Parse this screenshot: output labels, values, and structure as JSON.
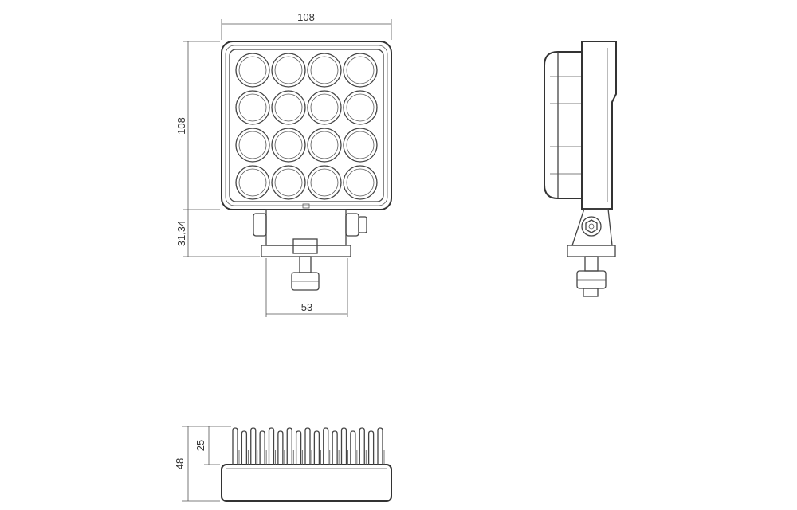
{
  "dimensions": {
    "front_width": "108",
    "front_height": "108",
    "bracket_height": "31,34",
    "bracket_width": "53",
    "total_depth": "48",
    "fin_depth": "25"
  },
  "led_grid": {
    "rows": 4,
    "cols": 4
  },
  "colors": {
    "line": "#444444",
    "text": "#333333",
    "background": "#ffffff"
  }
}
